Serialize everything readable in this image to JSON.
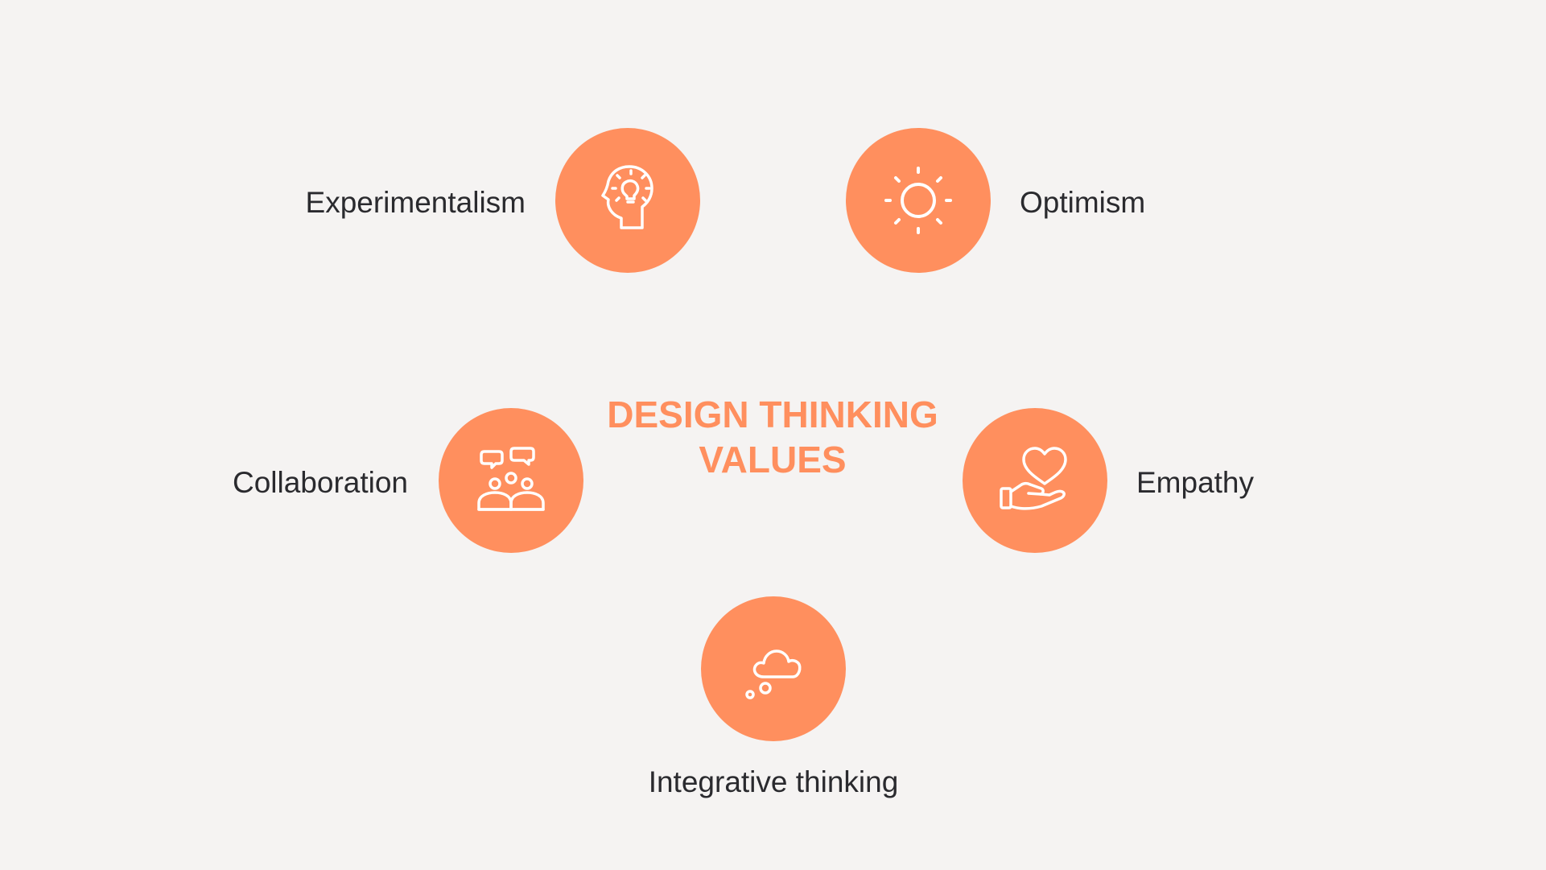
{
  "title": {
    "line1": "DESIGN THINKING",
    "line2": "VALUES"
  },
  "accent_color": "#ff8f5e",
  "background_color": "#f5f3f2",
  "values": [
    {
      "label": "Experimentalism",
      "icon": "head-lightbulb-icon"
    },
    {
      "label": "Optimism",
      "icon": "sun-icon"
    },
    {
      "label": "Collaboration",
      "icon": "people-chat-icon"
    },
    {
      "label": "Empathy",
      "icon": "hand-heart-icon"
    },
    {
      "label": "Integrative thinking",
      "icon": "thought-cloud-icon"
    }
  ]
}
